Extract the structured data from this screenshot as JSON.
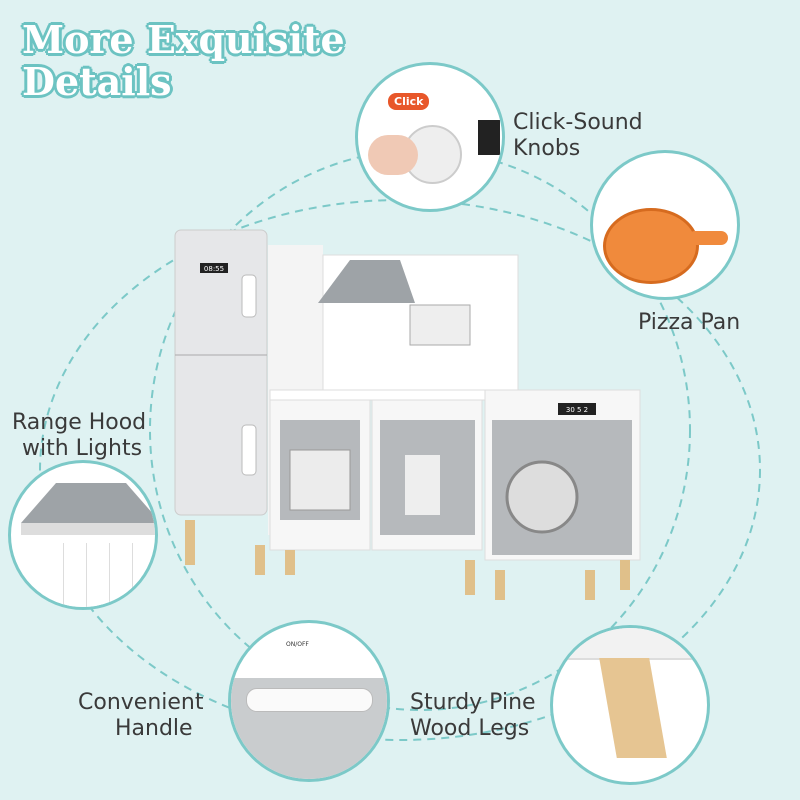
{
  "title": {
    "line1": "More Exquisite",
    "line2": "Details"
  },
  "features": [
    {
      "label_line1": "Click-Sound",
      "label_line2": "Knobs"
    },
    {
      "label_line1": "Pizza Pan",
      "label_line2": ""
    },
    {
      "label_line1": "Range Hood",
      "label_line2": "with Lights"
    },
    {
      "label_line1": "Convenient",
      "label_line2": "Handle"
    },
    {
      "label_line1": "Sturdy Pine",
      "label_line2": "Wood Legs"
    }
  ],
  "image_text": {
    "click_badge": "Click",
    "fridge_clock": "08:55",
    "washer_display": "30 5 2",
    "switch": "ON/OFF"
  },
  "colors": {
    "background": "#dff2f2",
    "accent": "#6cc3c2",
    "label": "#3a3a3a"
  }
}
